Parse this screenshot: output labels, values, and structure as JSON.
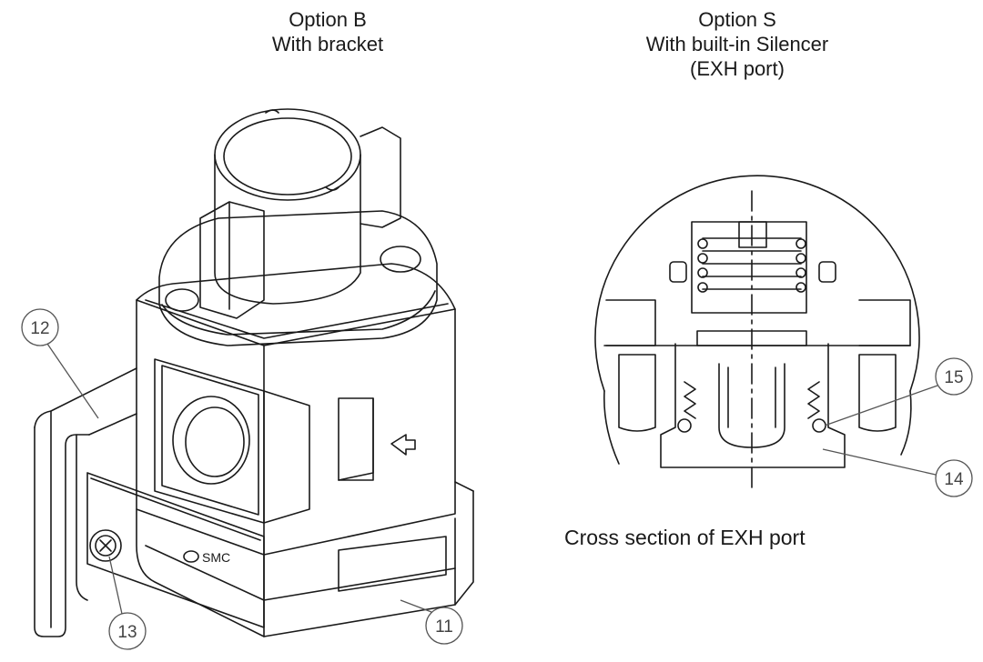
{
  "captions": {
    "option_b": {
      "line1": "Option B",
      "line2": "With bracket"
    },
    "option_s": {
      "line1": "Option S",
      "line2": "With built-in Silencer",
      "line3": "(EXH port)"
    },
    "cross_section": "Cross section of EXH port"
  },
  "callouts": {
    "c11": "11",
    "c12": "12",
    "c13": "13",
    "c14": "14",
    "c15": "15"
  },
  "colors": {
    "line": "#1a1a1a",
    "callout": "#555555",
    "background": "#ffffff"
  }
}
